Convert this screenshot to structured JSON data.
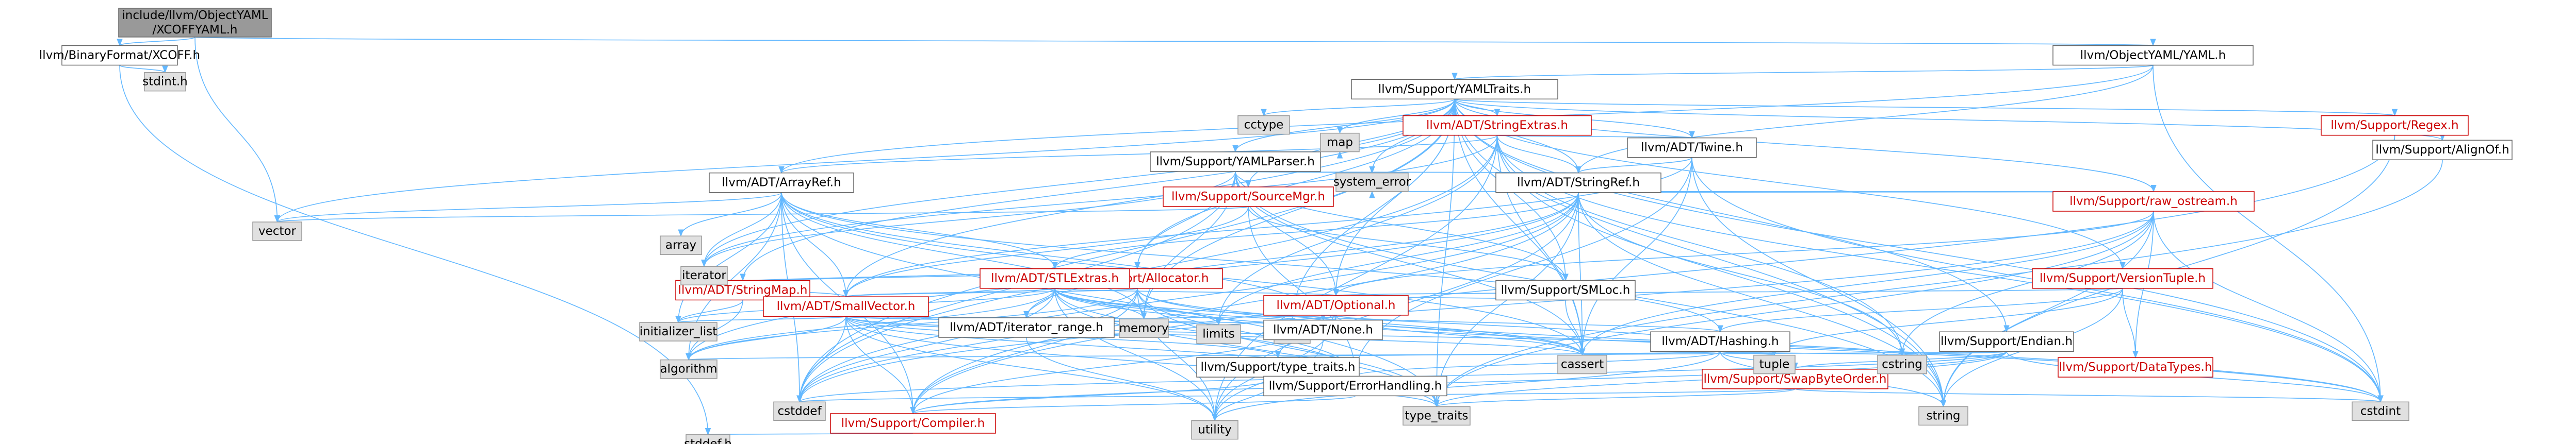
{
  "graph": {
    "colors": {
      "root_fill": "#999999",
      "doc_fill": "#ffffff",
      "doc_text": "#000000",
      "doc_border": "#666666",
      "red_text": "#cc0000",
      "red_border": "#cc0000",
      "sys_fill": "#e0e0e0",
      "sys_border": "#999999",
      "edge_blue": "#63b8ff",
      "edge_gray": "#8c8c8c",
      "arrow": "#63b8ff"
    },
    "nodes": [
      {
        "id": "root",
        "lines": [
          "include/llvm/ObjectYAML",
          "/XCOFFYAML.h"
        ],
        "kind": "root"
      },
      {
        "id": "BinaryFormat_XCOFF",
        "lines": [
          "llvm/BinaryFormat/XCOFF.h"
        ],
        "kind": "doc"
      },
      {
        "id": "stdint",
        "lines": [
          "stdint.h"
        ],
        "kind": "sys"
      },
      {
        "id": "ObjectYAML_YAML",
        "lines": [
          "llvm/ObjectYAML/YAML.h"
        ],
        "kind": "doc"
      },
      {
        "id": "YAMLTraits",
        "lines": [
          "llvm/Support/YAMLTraits.h"
        ],
        "kind": "doc"
      },
      {
        "id": "cctype",
        "lines": [
          "cctype"
        ],
        "kind": "sys"
      },
      {
        "id": "StringExtras",
        "lines": [
          "llvm/ADT/StringExtras.h"
        ],
        "kind": "red"
      },
      {
        "id": "Regex",
        "lines": [
          "llvm/Support/Regex.h"
        ],
        "kind": "red"
      },
      {
        "id": "AlignOf",
        "lines": [
          "llvm/Support/AlignOf.h"
        ],
        "kind": "doc"
      },
      {
        "id": "raw_ostream",
        "lines": [
          "llvm/Support/raw_ostream.h"
        ],
        "kind": "red"
      },
      {
        "id": "Twine",
        "lines": [
          "llvm/ADT/Twine.h"
        ],
        "kind": "doc"
      },
      {
        "id": "YAMLParser",
        "lines": [
          "llvm/Support/YAMLParser.h"
        ],
        "kind": "doc"
      },
      {
        "id": "map",
        "lines": [
          "map"
        ],
        "kind": "sys"
      },
      {
        "id": "system_error",
        "lines": [
          "system_error"
        ],
        "kind": "sys"
      },
      {
        "id": "ArrayRef",
        "lines": [
          "llvm/ADT/ArrayRef.h"
        ],
        "kind": "doc"
      },
      {
        "id": "SourceMgr",
        "lines": [
          "llvm/Support/SourceMgr.h"
        ],
        "kind": "red"
      },
      {
        "id": "StringRef",
        "lines": [
          "llvm/ADT/StringRef.h"
        ],
        "kind": "doc"
      },
      {
        "id": "vector",
        "lines": [
          "vector"
        ],
        "kind": "sys"
      },
      {
        "id": "array",
        "lines": [
          "array"
        ],
        "kind": "sys"
      },
      {
        "id": "Allocator",
        "lines": [
          "llvm/Support/Allocator.h"
        ],
        "kind": "red"
      },
      {
        "id": "STLExtras",
        "lines": [
          "llvm/ADT/STLExtras.h"
        ],
        "kind": "red"
      },
      {
        "id": "SMLoc",
        "lines": [
          "llvm/Support/SMLoc.h"
        ],
        "kind": "doc"
      },
      {
        "id": "VersionTuple",
        "lines": [
          "llvm/Support/VersionTuple.h"
        ],
        "kind": "red"
      },
      {
        "id": "StringMap",
        "lines": [
          "llvm/ADT/StringMap.h"
        ],
        "kind": "red"
      },
      {
        "id": "SmallVector",
        "lines": [
          "llvm/ADT/SmallVector.h"
        ],
        "kind": "red"
      },
      {
        "id": "Optional",
        "lines": [
          "llvm/ADT/Optional.h"
        ],
        "kind": "red"
      },
      {
        "id": "iterator",
        "lines": [
          "iterator"
        ],
        "kind": "sys"
      },
      {
        "id": "initializer_list",
        "lines": [
          "initializer_list"
        ],
        "kind": "sys"
      },
      {
        "id": "limits",
        "lines": [
          "limits"
        ],
        "kind": "sys"
      },
      {
        "id": "memory",
        "lines": [
          "memory"
        ],
        "kind": "sys"
      },
      {
        "id": "new",
        "lines": [
          "new"
        ],
        "kind": "sys"
      },
      {
        "id": "iterator_range",
        "lines": [
          "llvm/ADT/iterator_range.h"
        ],
        "kind": "doc"
      },
      {
        "id": "None",
        "lines": [
          "llvm/ADT/None.h"
        ],
        "kind": "doc"
      },
      {
        "id": "Hashing",
        "lines": [
          "llvm/ADT/Hashing.h"
        ],
        "kind": "doc"
      },
      {
        "id": "Endian",
        "lines": [
          "llvm/Support/Endian.h"
        ],
        "kind": "doc"
      },
      {
        "id": "algorithm",
        "lines": [
          "algorithm"
        ],
        "kind": "sys"
      },
      {
        "id": "type_traits_h",
        "lines": [
          "llvm/Support/type_traits.h"
        ],
        "kind": "doc"
      },
      {
        "id": "ErrorHandling",
        "lines": [
          "llvm/Support/ErrorHandling.h"
        ],
        "kind": "doc"
      },
      {
        "id": "SwapByteOrder",
        "lines": [
          "llvm/Support/SwapByteOrder.h"
        ],
        "kind": "red"
      },
      {
        "id": "DataTypes",
        "lines": [
          "llvm/Support/DataTypes.h"
        ],
        "kind": "red"
      },
      {
        "id": "tuple",
        "lines": [
          "tuple"
        ],
        "kind": "sys"
      },
      {
        "id": "cstring",
        "lines": [
          "cstring"
        ],
        "kind": "sys"
      },
      {
        "id": "cassert",
        "lines": [
          "cassert"
        ],
        "kind": "sys"
      },
      {
        "id": "cstddef",
        "lines": [
          "cstddef"
        ],
        "kind": "sys"
      },
      {
        "id": "Compiler",
        "lines": [
          "llvm/Support/Compiler.h"
        ],
        "kind": "red"
      },
      {
        "id": "utility",
        "lines": [
          "utility"
        ],
        "kind": "sys"
      },
      {
        "id": "type_traits",
        "lines": [
          "type_traits"
        ],
        "kind": "sys"
      },
      {
        "id": "string",
        "lines": [
          "string"
        ],
        "kind": "sys"
      },
      {
        "id": "stddef",
        "lines": [
          "stddef.h"
        ],
        "kind": "sys"
      }
    ],
    "edges": [
      [
        "root",
        "BinaryFormat_XCOFF"
      ],
      [
        "root",
        "ObjectYAML_YAML"
      ],
      [
        "root",
        "vector"
      ],
      [
        "BinaryFormat_XCOFF",
        "stdint"
      ],
      [
        "BinaryFormat_XCOFF",
        "stddef"
      ],
      [
        "ObjectYAML_YAML",
        "YAMLTraits"
      ],
      [
        "ObjectYAML_YAML",
        "ArrayRef"
      ],
      [
        "ObjectYAML_YAML",
        "StringRef"
      ],
      [
        "ObjectYAML_YAML",
        "cstdint"
      ],
      [
        "YAMLTraits",
        "cctype"
      ],
      [
        "YAMLTraits",
        "StringExtras"
      ],
      [
        "YAMLTraits",
        "Regex"
      ],
      [
        "YAMLTraits",
        "AlignOf"
      ],
      [
        "YAMLTraits",
        "raw_ostream"
      ],
      [
        "YAMLTraits",
        "Twine"
      ],
      [
        "YAMLTraits",
        "YAMLParser"
      ],
      [
        "YAMLTraits",
        "map"
      ],
      [
        "YAMLTraits",
        "system_error"
      ],
      [
        "YAMLTraits",
        "StringRef"
      ],
      [
        "YAMLTraits",
        "SourceMgr"
      ],
      [
        "YAMLTraits",
        "Allocator"
      ],
      [
        "YAMLTraits",
        "SMLoc"
      ],
      [
        "YAMLTraits",
        "VersionTuple"
      ],
      [
        "YAMLTraits",
        "StringMap"
      ],
      [
        "YAMLTraits",
        "SmallVector"
      ],
      [
        "YAMLTraits",
        "Optional"
      ],
      [
        "YAMLTraits",
        "Endian"
      ],
      [
        "YAMLTraits",
        "cassert"
      ],
      [
        "YAMLTraits",
        "iterator"
      ],
      [
        "YAMLTraits",
        "memory"
      ],
      [
        "YAMLTraits",
        "new"
      ],
      [
        "YAMLTraits",
        "string"
      ],
      [
        "YAMLTraits",
        "vector"
      ],
      [
        "YAMLTraits",
        "type_traits"
      ],
      [
        "YAMLTraits",
        "cstddef"
      ],
      [
        "YAMLTraits",
        "cstdint"
      ],
      [
        "StringExtras",
        "ArrayRef"
      ],
      [
        "StringExtras",
        "SmallString"
      ],
      [
        "StringExtras",
        "StringRef"
      ],
      [
        "StringExtras",
        "Twine"
      ],
      [
        "StringExtras",
        "cassert"
      ],
      [
        "StringExtras",
        "cstddef"
      ],
      [
        "StringExtras",
        "cstdint"
      ],
      [
        "StringExtras",
        "cstdlib"
      ],
      [
        "StringExtras",
        "cstring"
      ],
      [
        "StringExtras",
        "limits"
      ],
      [
        "StringExtras",
        "string"
      ],
      [
        "StringExtras",
        "utility"
      ],
      [
        "StringExtras",
        "iterator"
      ],
      [
        "Regex",
        "string"
      ],
      [
        "Regex",
        "Compiler"
      ],
      [
        "AlignOf",
        "type_traits"
      ],
      [
        "raw_ostream",
        "StringRef"
      ],
      [
        "raw_ostream",
        "Optional"
      ],
      [
        "raw_ostream",
        "DataTypes"
      ],
      [
        "raw_ostream",
        "cassert"
      ],
      [
        "raw_ostream",
        "cstddef"
      ],
      [
        "raw_ostream",
        "cstdint"
      ],
      [
        "raw_ostream",
        "cstring"
      ],
      [
        "raw_ostream",
        "string"
      ],
      [
        "raw_ostream",
        "system_error"
      ],
      [
        "raw_ostream",
        "type_traits"
      ],
      [
        "Twine",
        "SmallVector"
      ],
      [
        "Twine",
        "StringRef"
      ],
      [
        "Twine",
        "ErrorHandling"
      ],
      [
        "Twine",
        "cassert"
      ],
      [
        "Twine",
        "cstdint"
      ],
      [
        "Twine",
        "string"
      ],
      [
        "YAMLParser",
        "SmallString"
      ],
      [
        "YAMLParser",
        "StringRef"
      ],
      [
        "YAMLParser",
        "Allocator"
      ],
      [
        "YAMLParser",
        "SMLoc"
      ],
      [
        "YAMLParser",
        "SourceMgr"
      ],
      [
        "YAMLParser",
        "cassert"
      ],
      [
        "YAMLParser",
        "cstddef"
      ],
      [
        "YAMLParser",
        "iterator"
      ],
      [
        "YAMLParser",
        "map"
      ],
      [
        "YAMLParser",
        "memory"
      ],
      [
        "YAMLParser",
        "string"
      ],
      [
        "YAMLParser",
        "system_error"
      ],
      [
        "YAMLParser",
        "Optional"
      ],
      [
        "ArrayRef",
        "Hashing"
      ],
      [
        "ArrayRef",
        "None"
      ],
      [
        "ArrayRef",
        "SmallVector"
      ],
      [
        "ArrayRef",
        "STLExtras"
      ],
      [
        "ArrayRef",
        "Compiler"
      ],
      [
        "ArrayRef",
        "algorithm"
      ],
      [
        "ArrayRef",
        "array"
      ],
      [
        "ArrayRef",
        "cassert"
      ],
      [
        "ArrayRef",
        "cstddef"
      ],
      [
        "ArrayRef",
        "initializer_list"
      ],
      [
        "ArrayRef",
        "iterator"
      ],
      [
        "ArrayRef",
        "memory"
      ],
      [
        "ArrayRef",
        "type_traits"
      ],
      [
        "ArrayRef",
        "vector"
      ],
      [
        "SourceMgr",
        "SMLoc"
      ],
      [
        "SourceMgr",
        "SmallVector"
      ],
      [
        "SourceMgr",
        "ErrorHandling"
      ],
      [
        "SourceMgr",
        "vector"
      ],
      [
        "StringRef",
        "STLExtras"
      ],
      [
        "StringRef",
        "iterator_range"
      ],
      [
        "StringRef",
        "Compiler"
      ],
      [
        "StringRef",
        "algorithm"
      ],
      [
        "StringRef",
        "cassert"
      ],
      [
        "StringRef",
        "cstddef"
      ],
      [
        "StringRef",
        "cstring"
      ],
      [
        "StringRef",
        "limits"
      ],
      [
        "StringRef",
        "string"
      ],
      [
        "StringRef",
        "type_traits"
      ],
      [
        "StringRef",
        "utility"
      ],
      [
        "Allocator",
        "SmallVector"
      ],
      [
        "Allocator",
        "Compiler"
      ],
      [
        "Allocator",
        "ErrorHandling"
      ],
      [
        "Allocator",
        "algorithm"
      ],
      [
        "Allocator",
        "cassert"
      ],
      [
        "Allocator",
        "cstddef"
      ],
      [
        "Allocator",
        "cstdint"
      ],
      [
        "Allocator",
        "iterator"
      ],
      [
        "Allocator",
        "type_traits"
      ],
      [
        "Allocator",
        "utility"
      ],
      [
        "STLExtras",
        "Optional"
      ],
      [
        "STLExtras",
        "SmallVector"
      ],
      [
        "STLExtras",
        "iterator"
      ],
      [
        "STLExtras",
        "iterator_range"
      ],
      [
        "STLExtras",
        "ErrorHandling"
      ],
      [
        "STLExtras",
        "algorithm"
      ],
      [
        "STLExtras",
        "cassert"
      ],
      [
        "STLExtras",
        "cstddef"
      ],
      [
        "STLExtras",
        "cstdint"
      ],
      [
        "STLExtras",
        "cstdlib"
      ],
      [
        "STLExtras",
        "initializer_list"
      ],
      [
        "STLExtras",
        "limits"
      ],
      [
        "STLExtras",
        "memory"
      ],
      [
        "STLExtras",
        "tuple"
      ],
      [
        "STLExtras",
        "type_traits"
      ],
      [
        "STLExtras",
        "utility"
      ],
      [
        "SMLoc",
        "Optional"
      ],
      [
        "SMLoc",
        "cassert"
      ],
      [
        "VersionTuple",
        "Optional"
      ],
      [
        "VersionTuple",
        "DataTypes"
      ],
      [
        "VersionTuple",
        "Hashing"
      ],
      [
        "VersionTuple",
        "string"
      ],
      [
        "VersionTuple",
        "tuple"
      ],
      [
        "StringMap",
        "iterator"
      ],
      [
        "StringMap",
        "initializer_list"
      ],
      [
        "StringMap",
        "algorithm"
      ],
      [
        "SmallVector",
        "Compiler"
      ],
      [
        "SmallVector",
        "type_traits_h"
      ],
      [
        "SmallVector",
        "algorithm"
      ],
      [
        "SmallVector",
        "cassert"
      ],
      [
        "SmallVector",
        "cstddef"
      ],
      [
        "SmallVector",
        "cstdlib"
      ],
      [
        "SmallVector",
        "cstring"
      ],
      [
        "SmallVector",
        "functional"
      ],
      [
        "SmallVector",
        "initializer_list"
      ],
      [
        "SmallVector",
        "iterator"
      ],
      [
        "SmallVector",
        "limits"
      ],
      [
        "SmallVector",
        "memory"
      ],
      [
        "SmallVector",
        "new"
      ],
      [
        "SmallVector",
        "type_traits"
      ],
      [
        "SmallVector",
        "utility"
      ],
      [
        "SmallVector",
        "ErrorHandling"
      ],
      [
        "Optional",
        "None"
      ],
      [
        "Optional",
        "Hashing"
      ],
      [
        "Optional",
        "type_traits_h"
      ],
      [
        "Optional",
        "Compiler"
      ],
      [
        "Optional",
        "cassert"
      ],
      [
        "Optional",
        "memory"
      ],
      [
        "Optional",
        "new"
      ],
      [
        "Optional",
        "utility"
      ],
      [
        "iterator_range",
        "utility"
      ],
      [
        "None",
        "utility"
      ],
      [
        "Hashing",
        "ErrorHandling"
      ],
      [
        "Hashing",
        "SwapByteOrder"
      ],
      [
        "Hashing",
        "type_traits_h"
      ],
      [
        "Hashing",
        "algorithm"
      ],
      [
        "Hashing",
        "cassert"
      ],
      [
        "Hashing",
        "cstring"
      ],
      [
        "Hashing",
        "string"
      ],
      [
        "Hashing",
        "tuple"
      ],
      [
        "Hashing",
        "utility"
      ],
      [
        "Endian",
        "Compiler"
      ],
      [
        "Endian",
        "SwapByteOrder"
      ],
      [
        "Endian",
        "cassert"
      ],
      [
        "Endian",
        "cstddef"
      ],
      [
        "Endian",
        "cstdint"
      ],
      [
        "Endian",
        "cstring"
      ],
      [
        "Endian",
        "type_traits"
      ],
      [
        "type_traits_h",
        "Compiler"
      ],
      [
        "type_traits_h",
        "type_traits"
      ],
      [
        "type_traits_h",
        "utility"
      ],
      [
        "ErrorHandling",
        "Compiler"
      ],
      [
        "SwapByteOrder",
        "cstddef"
      ],
      [
        "SwapByteOrder",
        "cstdint"
      ],
      [
        "SwapByteOrder",
        "type_traits"
      ],
      [
        "Compiler",
        "stddef"
      ]
    ]
  }
}
